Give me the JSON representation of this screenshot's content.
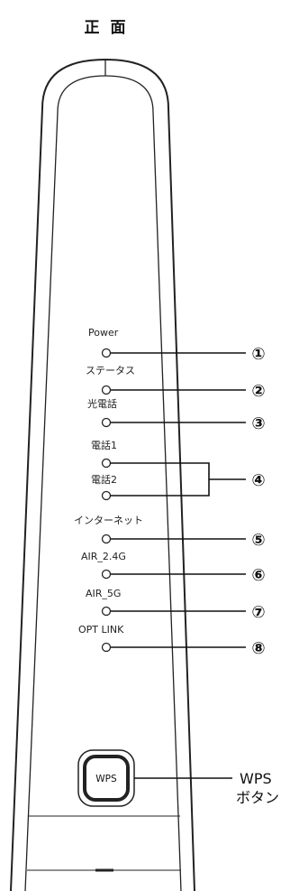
{
  "title": "正 面",
  "leds": [
    {
      "label": "Power",
      "number": "①"
    },
    {
      "label": "ステータス",
      "number": "②"
    },
    {
      "label": "光電話",
      "number": "③"
    },
    {
      "label": "電話1",
      "number": "④"
    },
    {
      "label": "電話2",
      "number": "④"
    },
    {
      "label": "インターネット",
      "number": "⑤"
    },
    {
      "label": "AIR_2.4G",
      "number": "⑥"
    },
    {
      "label": "AIR_5G",
      "number": "⑦"
    },
    {
      "label": "OPT LINK",
      "number": "⑧"
    }
  ],
  "wps": {
    "button_label": "WPS",
    "callout_line1": "WPS",
    "callout_line2": "ボタン"
  }
}
